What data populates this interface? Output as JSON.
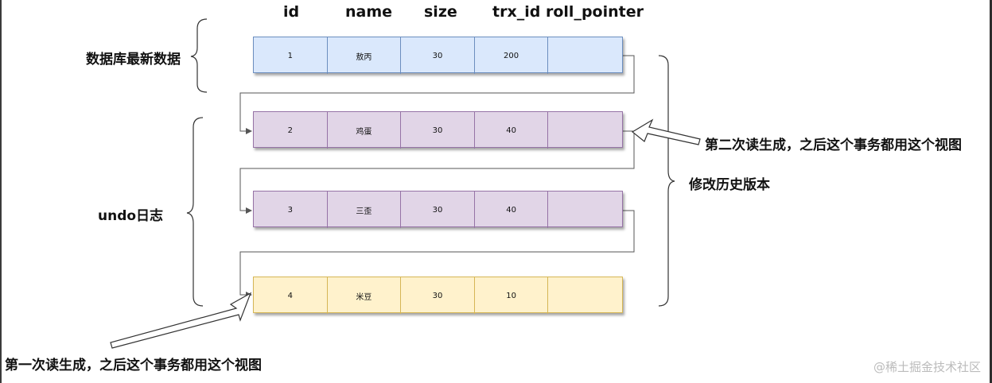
{
  "headers": [
    "id",
    "name",
    "size",
    "trx_id",
    "roll_pointer"
  ],
  "rows": [
    {
      "id": "1",
      "name": "敖丙",
      "size": "30",
      "trx_id": "200",
      "roll_pointer": ""
    },
    {
      "id": "2",
      "name": "鸡蛋",
      "size": "30",
      "trx_id": "40",
      "roll_pointer": ""
    },
    {
      "id": "3",
      "name": "三歪",
      "size": "30",
      "trx_id": "40",
      "roll_pointer": ""
    },
    {
      "id": "4",
      "name": "米豆",
      "size": "30",
      "trx_id": "10",
      "roll_pointer": ""
    }
  ],
  "labels": {
    "latest": "数据库最新数据",
    "undo": "undo日志",
    "history": "修改历史版本",
    "second_read": "第二次读生成，之后这个事务都用这个视图",
    "first_read": "第一次读生成，之后这个事务都用这个视图"
  },
  "watermark": "@稀土掘金技术社区",
  "colors": {
    "blue_fill": "#dae8fc",
    "blue_stroke": "#6c8ebf",
    "purple_fill": "#e1d5e7",
    "purple_stroke": "#9673a6",
    "yellow_fill": "#fff2cc",
    "yellow_stroke": "#d6b656"
  }
}
